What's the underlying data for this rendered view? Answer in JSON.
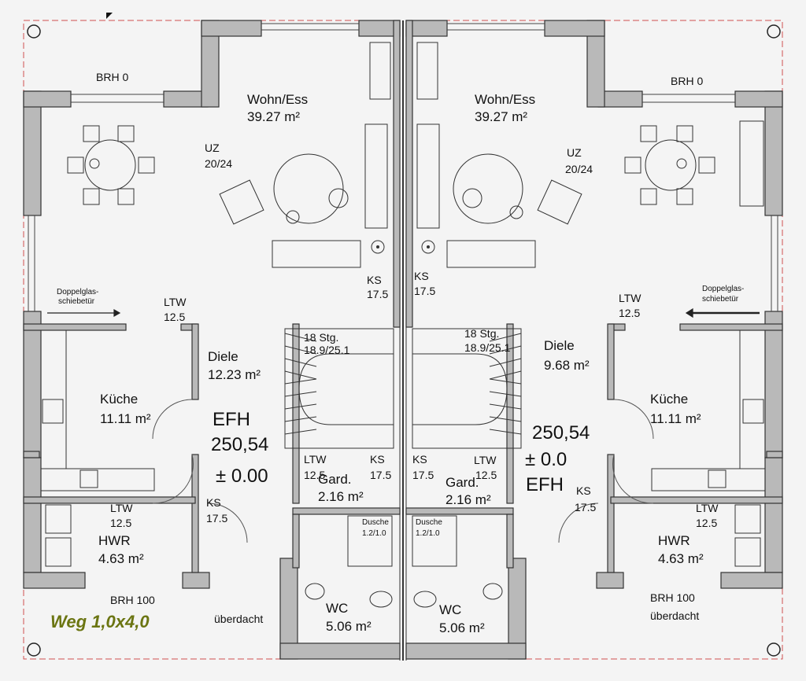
{
  "accent_color": "#6b7512",
  "wall_color": "#b9b9b9",
  "left": {
    "brh_top": "BRH 0",
    "living_name": "Wohn/Ess",
    "living_area": "39.27 m²",
    "uz_1": "UZ",
    "uz_2": "20/24",
    "door_1": "Doppelglas-",
    "door_2": "schiebetür",
    "ltw_a_1": "LTW",
    "ltw_a_2": "12.5",
    "ks_a_1": "KS",
    "ks_a_2": "17.5",
    "hall_name": "Diele",
    "hall_area": "12.23 m²",
    "stairs_1": "18 Stg.",
    "stairs_2": "18.9/25.1",
    "kitchen_name": "Küche",
    "kitchen_area": "11.11 m²",
    "efh_1": "EFH",
    "efh_2": "250,54",
    "efh_3": "± 0.00",
    "ltw_b_1": "LTW",
    "ltw_b_2": "12.5",
    "ks_b_1": "KS",
    "ks_b_2": "17.5",
    "gard_name": "Gard.",
    "gard_area": "2.16 m²",
    "ltw_c_1": "LTW",
    "ltw_c_2": "12.5",
    "ks_c_1": "KS",
    "ks_c_2": "17.5",
    "hwr_name": "HWR",
    "hwr_area": "4.63 m²",
    "shower_1": "Dusche",
    "shower_2": "1.2/1.0",
    "brh_bottom": "BRH 100",
    "weg": "Weg 1,0x4,0",
    "covered": "überdacht",
    "wc_name": "WC",
    "wc_area": "5.06 m²"
  },
  "right": {
    "brh_top": "BRH 0",
    "living_name": "Wohn/Ess",
    "living_area": "39.27 m²",
    "uz_1": "UZ",
    "uz_2": "20/24",
    "ks_a_1": "KS",
    "ks_a_2": "17.5",
    "door_1": "Doppelglas-",
    "door_2": "schiebetür",
    "ltw_a_1": "LTW",
    "ltw_a_2": "12.5",
    "stairs_1": "18 Stg.",
    "stairs_2": "18.9/25.1",
    "hall_name": "Diele",
    "hall_area": "9.68 m²",
    "kitchen_name": "Küche",
    "kitchen_area": "11.11 m²",
    "efh_1": "250,54",
    "efh_2": "± 0.0",
    "efh_3": "EFH",
    "ks_b_1": "KS",
    "ks_b_2": "17.5",
    "ltw_b_1": "LTW",
    "ltw_b_2": "12.5",
    "gard_name": "Gard.",
    "gard_area": "2.16 m²",
    "ks_c_1": "KS",
    "ks_c_2": "17.5",
    "ltw_c_1": "LTW",
    "ltw_c_2": "12.5",
    "shower_1": "Dusche",
    "shower_2": "1.2/1.0",
    "hwr_name": "HWR",
    "hwr_area": "4.63 m²",
    "brh_bottom": "BRH 100",
    "covered": "überdacht",
    "wc_name": "WC",
    "wc_area": "5.06 m²"
  }
}
